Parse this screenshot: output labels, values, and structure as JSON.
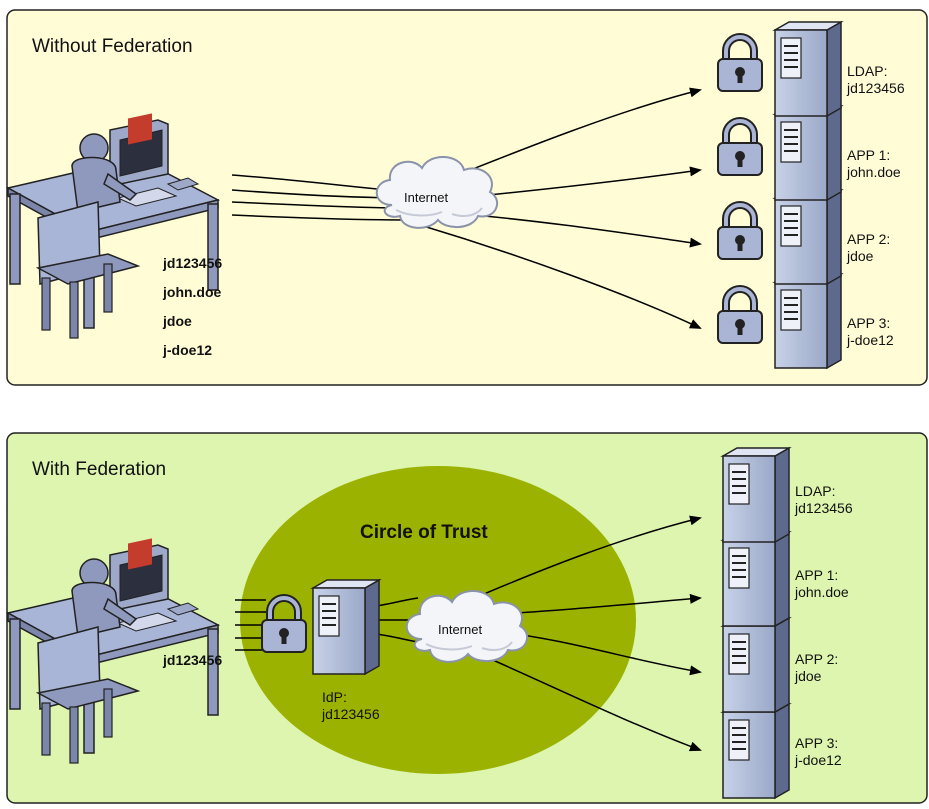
{
  "panel_top": {
    "title": "Without Federation",
    "bg": "#fffcd6"
  },
  "panel_bottom": {
    "title": "With Federation",
    "bg": "#ddf5ae",
    "circle_label": "Circle of Trust",
    "circle_color": "#9bb300"
  },
  "internet_label": "Internet",
  "user_ids_top": [
    "jd123456",
    "john.doe",
    "jdoe",
    "j-doe12"
  ],
  "user_id_bottom": "jd123456",
  "idp": {
    "line1": "IdP:",
    "line2": "jd123456"
  },
  "servers": [
    {
      "name": "LDAP:",
      "user": "jd123456"
    },
    {
      "name": "APP 1:",
      "user": "john.doe"
    },
    {
      "name": "APP 2:",
      "user": "jdoe"
    },
    {
      "name": "APP 3:",
      "user": "j-doe12"
    }
  ],
  "icons": [
    "workstation-icon",
    "cloud-icon",
    "lock-icon",
    "server-icon"
  ]
}
